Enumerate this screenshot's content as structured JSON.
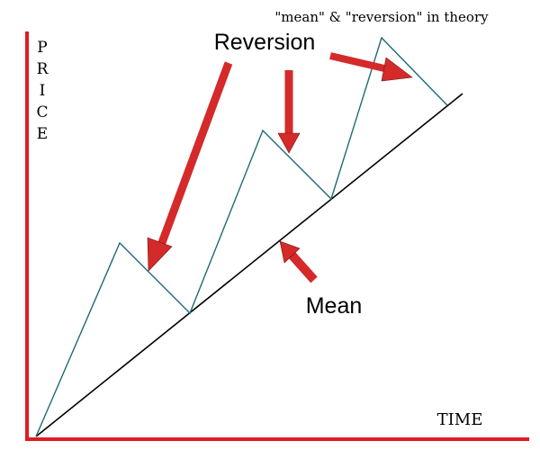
{
  "title": "\"mean\" & \"reversion\" in theory",
  "y_axis_label": "PRICE",
  "x_axis_label": "TIME",
  "reversion_label": "Reversion",
  "mean_label": "Mean",
  "colors": {
    "axis": "#e01b24",
    "arrow": "#d42a2a",
    "arrow_outline": "#7a1010",
    "price_line": "#1f6a7a",
    "mean_line": "#000000",
    "text": "#000000"
  }
}
